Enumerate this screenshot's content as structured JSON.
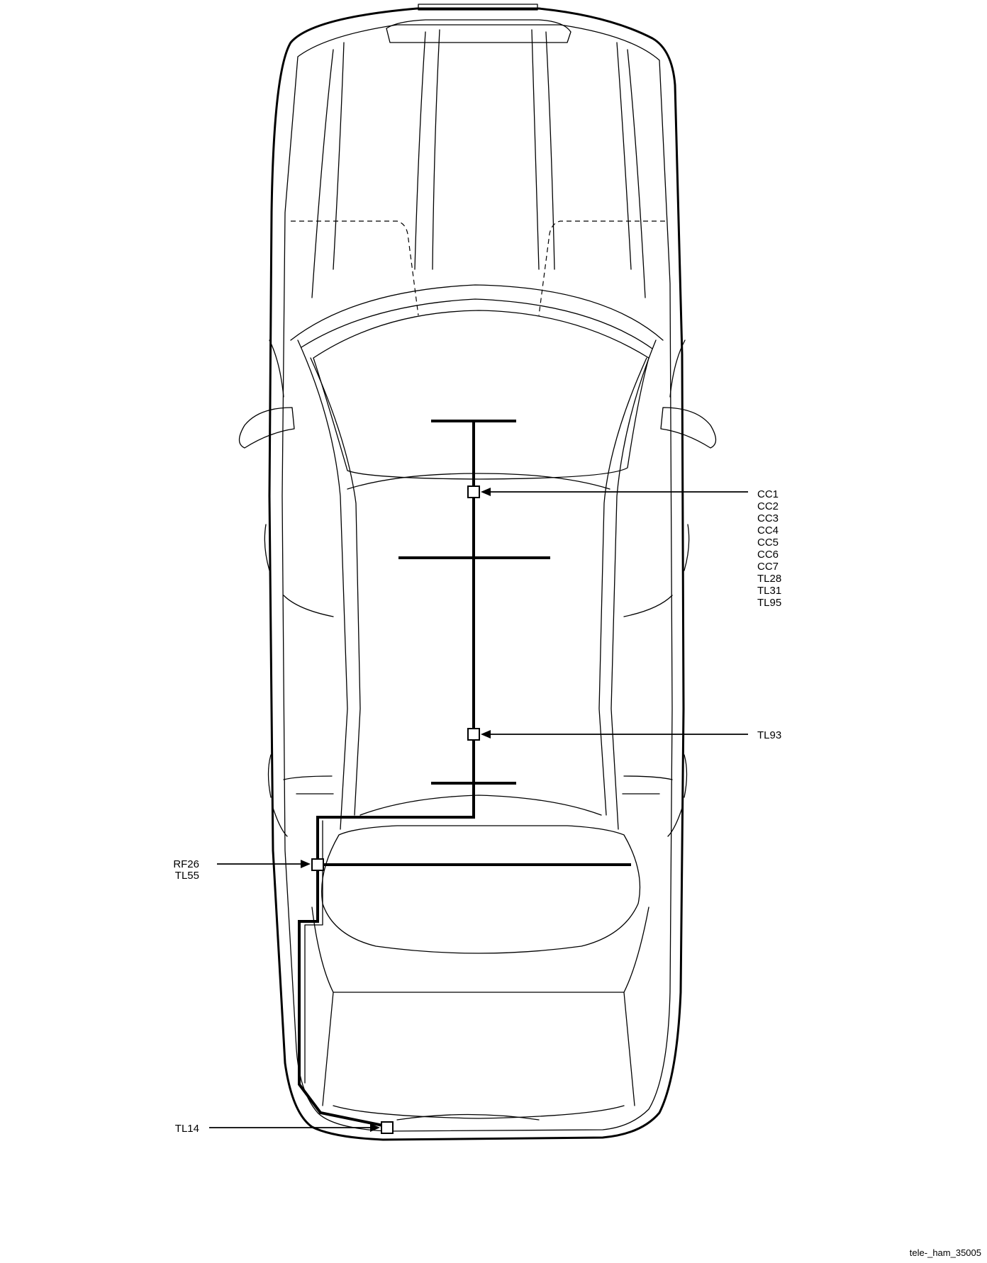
{
  "callouts": {
    "top_group": [
      "CC1",
      "CC2",
      "CC3",
      "CC4",
      "CC5",
      "CC6",
      "CC7",
      "TL28",
      "TL31",
      "TL95"
    ],
    "mid": "TL93",
    "left_group": [
      "RF26",
      "TL55"
    ],
    "bottom": "TL14"
  },
  "figure_id": "tele-_ham_35005"
}
